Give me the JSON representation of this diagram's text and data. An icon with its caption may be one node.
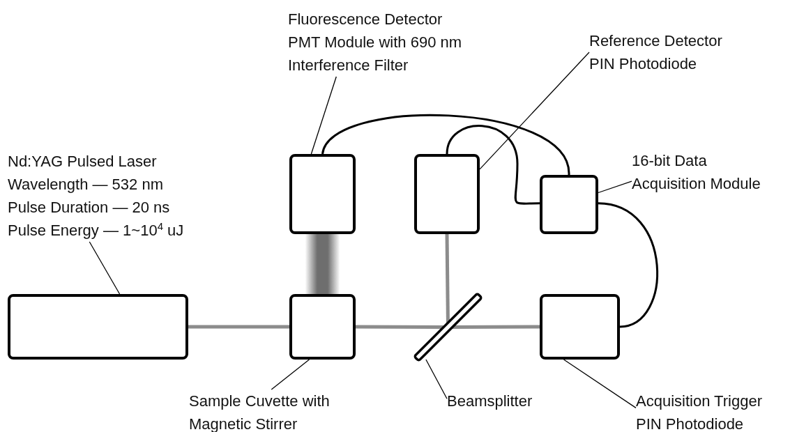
{
  "diagram": {
    "nodes": [
      {
        "text": [
          "Fluorescence Detector",
          "PMT Module with 690 nm Interference Filter"
        ]
      },
      {
        "text": [
          "Reference Detector",
          "PIN Photodiode"
        ]
      },
      {
        "text": [
          "Nd:YAG Pulsed Laser",
          "Wavelength — 532 nm",
          "Pulse Duration — 20 ns",
          "Pulse Energy — 1~10$^{4}$ uJ"
        ]
      },
      {
        "text": [],
        "shape": "box"
      },
      {
        "text": [],
        "shape": "box"
      },
      {
        "text": [
          "16-bit Data Acquisition Module"
        ]
      },
      {
        "text": [],
        "shape": "box"
      },
      {
        "text": [],
        "shape": "box"
      },
      {
        "text": [],
        "shape": "box"
      },
      {
        "text": [],
        "shape": "bar"
      },
      {
        "text": [],
        "shape": "box"
      },
      {
        "text": [
          "Sample Cuvette with Magnetic Stirrer"
        ]
      },
      {
        "text": [
          "Beamsplitter"
        ]
      },
      {
        "text": [
          "Acquisition Trigger",
          "PIN Photodiode"
        ]
      }
    ],
    "edges": [
      {
        "from": 0,
        "to": 3,
        "arrow": "none"
      },
      {
        "from": 1,
        "to": 4,
        "arrow": "none"
      },
      {
        "from": 2,
        "to": 7,
        "arrow": "none"
      },
      {
        "from": 5,
        "to": 6,
        "arrow": "none"
      },
      {
        "from": 11,
        "to": 8,
        "arrow": "none"
      },
      {
        "from": 12,
        "to": 9,
        "arrow": "none"
      },
      {
        "from": 13,
        "to": 10,
        "arrow": "none"
      },
      {
        "from": 7,
        "to": 8,
        "arrow": "none",
        "style": "thick",
        "color": "#8c8c8c"
      },
      {
        "from": 8,
        "to": 9,
        "arrow": "none",
        "style": "thick",
        "color": "#8c8c8c"
      },
      {
        "from": 9,
        "to": 10,
        "arrow": "none",
        "style": "thick",
        "color": "#8c8c8c"
      },
      {
        "from": 9,
        "to": 4,
        "arrow": "none",
        "style": "thick",
        "color": "#8c8c8c"
      },
      {
        "from": 8,
        "to": 3,
        "arrow": "none",
        "style": "thick",
        "color": "#6e6e6e"
      },
      {
        "from": 3,
        "to": 6,
        "arrow": "none"
      },
      {
        "from": 4,
        "to": 6,
        "arrow": "none"
      },
      {
        "from": 6,
        "to": 10,
        "arrow": "none"
      }
    ]
  }
}
